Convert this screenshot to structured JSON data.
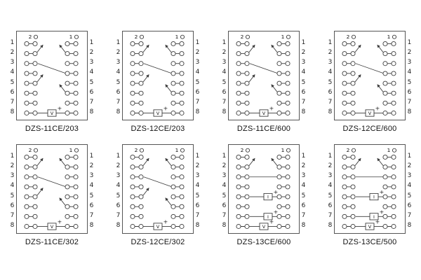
{
  "background": "#ffffff",
  "line_color": "#3a3a3a",
  "text_color": "#111111",
  "pin_numbers": "1\n2\n3\n4\n5\n6\n7\n8",
  "column_labels": [
    "2",
    "1"
  ],
  "panels": [
    {
      "label": "DZS-11CE/203",
      "elements": [
        {
          "label": "V",
          "plus": "+",
          "row": 8
        }
      ]
    },
    {
      "label": "DZS-12CE/203",
      "elements": [
        {
          "label": "V",
          "plus": "+",
          "row": 8
        }
      ]
    },
    {
      "label": "DZS-11CE/600",
      "elements": [
        {
          "label": "V",
          "plus": "+",
          "row": 8
        }
      ]
    },
    {
      "label": "DZS-12CE/600",
      "elements": [
        {
          "label": "V",
          "plus": "+",
          "row": 8
        }
      ]
    },
    {
      "label": "DZS-11CE/302",
      "elements": [
        {
          "label": "V",
          "plus": "+",
          "row": 8
        }
      ]
    },
    {
      "label": "DZS-12CE/302",
      "elements": [
        {
          "label": "V",
          "plus": "+",
          "row": 8
        }
      ]
    },
    {
      "label": "DZS-13CE/600",
      "elements": [
        {
          "label": "I",
          "plus": "+",
          "row": 5
        },
        {
          "label": "I",
          "plus": "+",
          "row": 7
        },
        {
          "label": "V",
          "plus": "+",
          "row": 8
        }
      ]
    },
    {
      "label": "DZS-13CE/500",
      "elements": [
        {
          "label": "I",
          "plus": "+",
          "row": 5
        },
        {
          "label": "I",
          "plus": "+",
          "row": 7
        },
        {
          "label": "V",
          "plus": "+",
          "row": 8
        }
      ]
    }
  ]
}
